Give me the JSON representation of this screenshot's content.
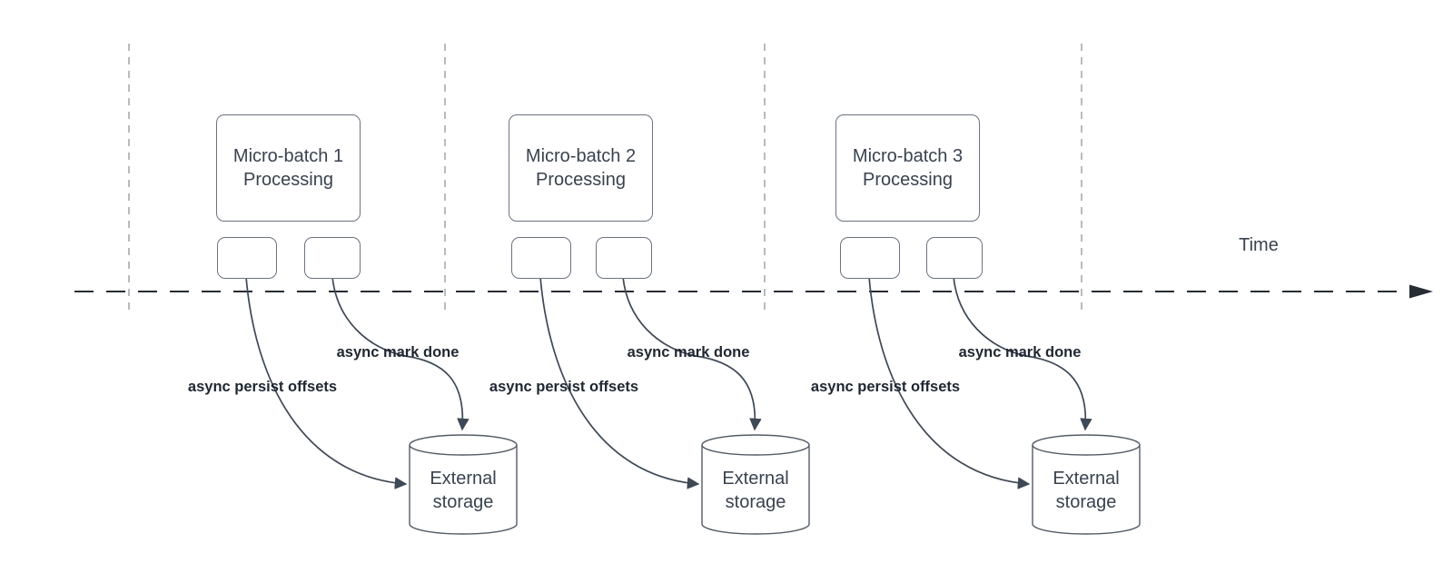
{
  "diagram": {
    "time_axis_label": "Time",
    "batches": [
      {
        "title_line1": "Micro-batch 1",
        "title_line2": "Processing",
        "persist_arrow_label": "async persist offsets",
        "mark_done_arrow_label": "async mark done",
        "storage_line1": "External",
        "storage_line2": "storage"
      },
      {
        "title_line1": "Micro-batch 2",
        "title_line2": "Processing",
        "persist_arrow_label": "async persist offsets",
        "mark_done_arrow_label": "async mark done",
        "storage_line1": "External",
        "storage_line2": "storage"
      },
      {
        "title_line1": "Micro-batch 3",
        "title_line2": "Processing",
        "persist_arrow_label": "async persist offsets",
        "mark_done_arrow_label": "async mark done",
        "storage_line1": "External",
        "storage_line2": "storage"
      }
    ]
  },
  "colors": {
    "line": "#3f4955",
    "border": "#6b7280",
    "label_text": "#1f2731",
    "body_text": "#39424e",
    "guide_dash": "#a9aaac",
    "timeline": "#272c33",
    "bg": "#ffffff"
  }
}
